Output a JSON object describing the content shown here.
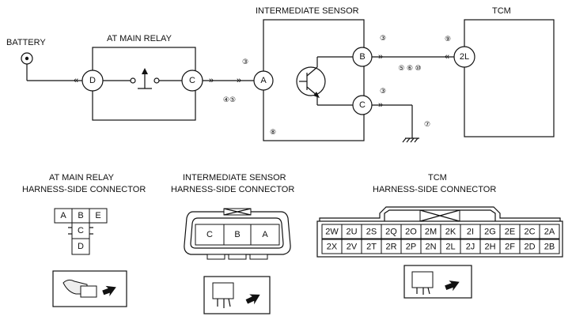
{
  "labels": {
    "battery": "BATTERY",
    "at_main_relay": "AT MAIN RELAY",
    "intermediate_sensor": "INTERMEDIATE SENSOR",
    "tcm": "TCM"
  },
  "relay_terminals": {
    "d": "D",
    "c": "C"
  },
  "sensor_terminals": {
    "a": "A",
    "b": "B",
    "c": "C"
  },
  "tcm_terminal": "2L",
  "notes": {
    "a_top": "③",
    "a_bottom": "④⑤",
    "sensor_box": "⑧",
    "b_top": "③",
    "b_bottom": "⑤ ⑥ ⑩",
    "tcm_top": "⑨",
    "c_top": "③",
    "ground": "⑦"
  },
  "connectors": {
    "relay": {
      "title1": "AT MAIN RELAY",
      "title2": "HARNESS-SIDE CONNECTOR",
      "pins": [
        "A",
        "B",
        "E",
        "C",
        "D"
      ]
    },
    "sensor": {
      "title1": "INTERMEDIATE SENSOR",
      "title2": "HARNESS-SIDE CONNECTOR",
      "pins": [
        "C",
        "B",
        "A"
      ]
    },
    "tcm": {
      "title1": "TCM",
      "title2": "HARNESS-SIDE CONNECTOR",
      "row1": [
        "2W",
        "2U",
        "2S",
        "2Q",
        "2O",
        "2M",
        "2K",
        "2I",
        "2G",
        "2E",
        "2C",
        "2A"
      ],
      "row2": [
        "2X",
        "2V",
        "2T",
        "2R",
        "2P",
        "2N",
        "2L",
        "2J",
        "2H",
        "2F",
        "2D",
        "2B"
      ]
    }
  }
}
